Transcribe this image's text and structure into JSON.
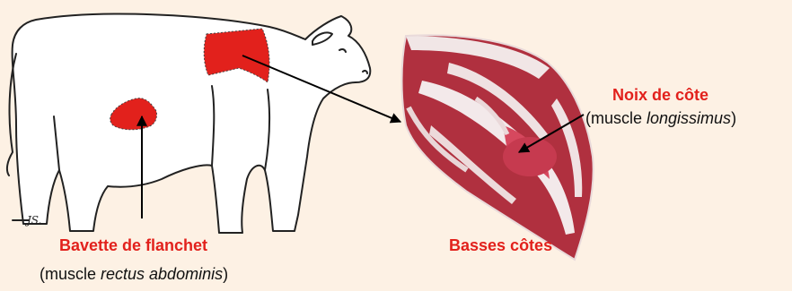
{
  "labels": {
    "noix": {
      "name": "Noix de côte",
      "prefix": "(muscle ",
      "italic": "longissimus",
      "suffix": ")"
    },
    "bavette": {
      "name": "Bavette de flanchet",
      "prefix": "(muscle ",
      "italic": "rectus abdominis",
      "suffix": ")"
    },
    "basses": {
      "name": "Basses côtes"
    }
  },
  "signature": "JS.",
  "colors": {
    "highlight": "#e2211c",
    "background": "#fdf1e4",
    "meat": "#b8324a",
    "fat": "#f1e6e6"
  }
}
